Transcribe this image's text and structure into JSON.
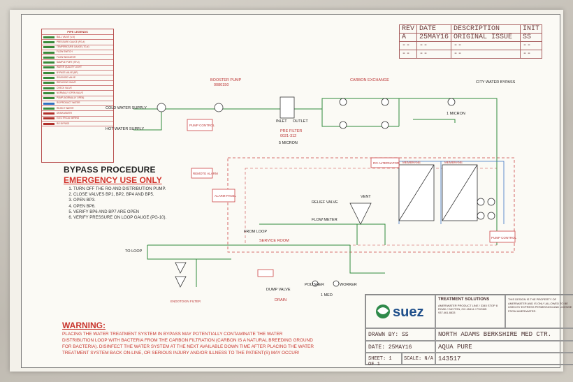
{
  "legend": {
    "title": "PIPE LEGENDS",
    "items": [
      {
        "label": "BALL VALVE (V-#)",
        "color": "#3a8a3a"
      },
      {
        "label": "PRESSURE GAUGE (PG-#)",
        "color": "#3a8a3a"
      },
      {
        "label": "TEMPERATURE GAUGE (TG-#)",
        "color": "#3a8a3a"
      },
      {
        "label": "FLOW SWITCH",
        "color": "#3a8a3a"
      },
      {
        "label": "FLOW INDICATOR",
        "color": "#3a8a3a"
      },
      {
        "label": "SAMPLE PORT (SP-#)",
        "color": "#3a8a3a"
      },
      {
        "label": "WATER QUALITY LIGHT",
        "color": "#3a8a3a"
      },
      {
        "label": "BYPASS VALVE (BP)",
        "color": "#3a8a3a"
      },
      {
        "label": "SOLENOID VALVE",
        "color": "#3a8a3a"
      },
      {
        "label": "REDUCING VALVE",
        "color": "#3a8a3a"
      },
      {
        "label": "CHECK VALVE",
        "color": "#3a8a3a"
      },
      {
        "label": "NORMALLY OPEN VALVE",
        "color": "#3a8a3a"
      },
      {
        "label": "PUMP (NORMALLY OPEN)",
        "color": "#3a8a3a"
      },
      {
        "label": "RO/PRODUCT WATER",
        "color": "#2f6fc0"
      },
      {
        "label": "REJECT WATER",
        "color": "#3a8a3a"
      },
      {
        "label": "DRAIN WATER",
        "color": "#b0302a"
      },
      {
        "label": "ELECTRICAL WIRING",
        "color": "#b0302a"
      },
      {
        "label": "RO BYPASS",
        "color": "#b0302a"
      }
    ]
  },
  "revision": {
    "headers": [
      "REV",
      "DATE",
      "DESCRIPTION",
      "INIT"
    ],
    "rows": [
      [
        "A",
        "25MAY16",
        "ORIGINAL ISSUE",
        "SS"
      ],
      [
        "--",
        "--",
        "--",
        "--"
      ],
      [
        "--",
        "--",
        "--",
        "--"
      ]
    ]
  },
  "bypass": {
    "heading": "BYPASS PROCEDURE",
    "subheading": "EMERGENCY USE ONLY",
    "steps": [
      "TURN OFF THE RO AND DISTRIBUTION PUMP.",
      "CLOSE VALVES BP1, BP2, BP4 AND BP5.",
      "OPEN BP3.",
      "OPEN BP6.",
      "VERIFY BP6 AND BP7 ARE OPEN",
      "VERIFY PRESSURE ON LOOP GAUGE (PG-10)."
    ]
  },
  "warning": {
    "title": "WARNING:",
    "body": "PLACING THE WATER TREATMENT SYSTEM IN BYPASS MAY POTENTIALLY CONTAMINATE THE WATER DISTRIBUTION LOOP WITH BACTERIA FROM THE CARBON FILTRATION (CARBON IS A NATURAL BREEDING GROUND FOR BACTERIA). DISINFECT THE WATER SYSTEM AT THE NEXT AVAILABLE DOWN TIME AFTER PLACING THE WATER TREATMENT SYSTEM BACK ON-LINE, OR SERIOUS INJURY AND/OR ILLNESS TO THE PATIENT(S) MAY OCCUR!"
  },
  "titleblock": {
    "logo": "suez",
    "company": "TREATMENT SOLUTIONS",
    "address": "AMERIWATER PRODUCT LINE / 3345 STOP 8 ROAD / DAYTON, OH 45414 / PHONE: 937.461.8833",
    "notice": "THIS DESIGN IS THE PROPERTY OF AMERIWATER AND IS ONLY ALLOWED TO BE USED BY EXPRESS PERMISSION AND LICENSE FROM AMERIWATER.",
    "drawn_by": "DRAWN BY: SS",
    "date": "DATE: 25MAY16",
    "sheet": "SHEET: 1 OF 1",
    "scale": "SCALE: N/A",
    "client": "NORTH ADAMS BERKSHIRE MED CTR.",
    "product": "AQUA PURE",
    "number": "143517"
  },
  "schematic": {
    "cold": "COLD WATER SUPPLY",
    "hot": "HOT WATER SUPPLY",
    "booster": "BOOSTER PUMP",
    "booster_pn": "0080150",
    "pump_control": "PUMP CONTROL",
    "prefilter": "PRE FILTER",
    "prefilter_pn": "0021-312",
    "micron5": "5 MICRON",
    "inlet": "INLET",
    "outlet": "OUTLET",
    "carbon": "CARBON EXCHANGE",
    "micron1": "1 MICRON",
    "cwbypass": "CITY WATER BYPASS",
    "ro_alt": "RO ALTERNATOR",
    "remote": "REMOTE ALARM",
    "alarm": "ALARM PANEL",
    "vent": "VENT",
    "relief": "RELIEF VALVE",
    "flow": "FLOW METER",
    "from_loop": "FROM LOOP",
    "service": "SERVICE ROOM",
    "to_loop": "TO LOOP",
    "endotoxin": "ENDOTOXIN FILTER",
    "dump": "DUMP VALVE",
    "drain": "DRAIN",
    "polisher": "POLISHER",
    "worker": "WORKER",
    "pump_control2": "PUMP CONTROL",
    "one_med": "1 MED",
    "membrane": "MEMBRANE"
  }
}
